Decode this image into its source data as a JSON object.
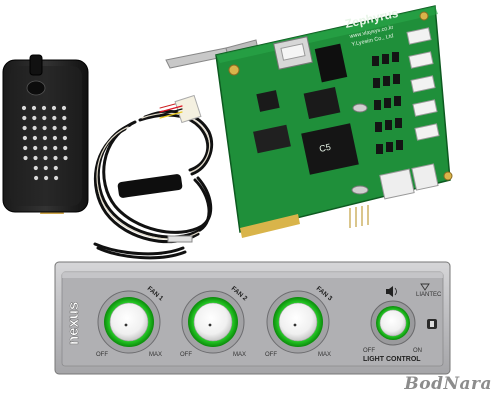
{
  "pcb": {
    "brand": "Zephyrus",
    "url": "www.vlaysys.co.kr",
    "maker": "Y.Lyesim Co., Ltd",
    "chip_label": "C5"
  },
  "panel": {
    "logo": "nexus",
    "fans": [
      {
        "label": "FAN 1",
        "min": "OFF",
        "max": "MAX"
      },
      {
        "label": "FAN 2",
        "min": "OFF",
        "max": "MAX"
      },
      {
        "label": "FAN 3",
        "min": "OFF",
        "max": "MAX"
      }
    ],
    "light": {
      "label": "LIGHT CONTROL",
      "min": "OFF",
      "max": "ON"
    },
    "brand_small": "LIANTEC"
  },
  "watermark": "BodNara"
}
